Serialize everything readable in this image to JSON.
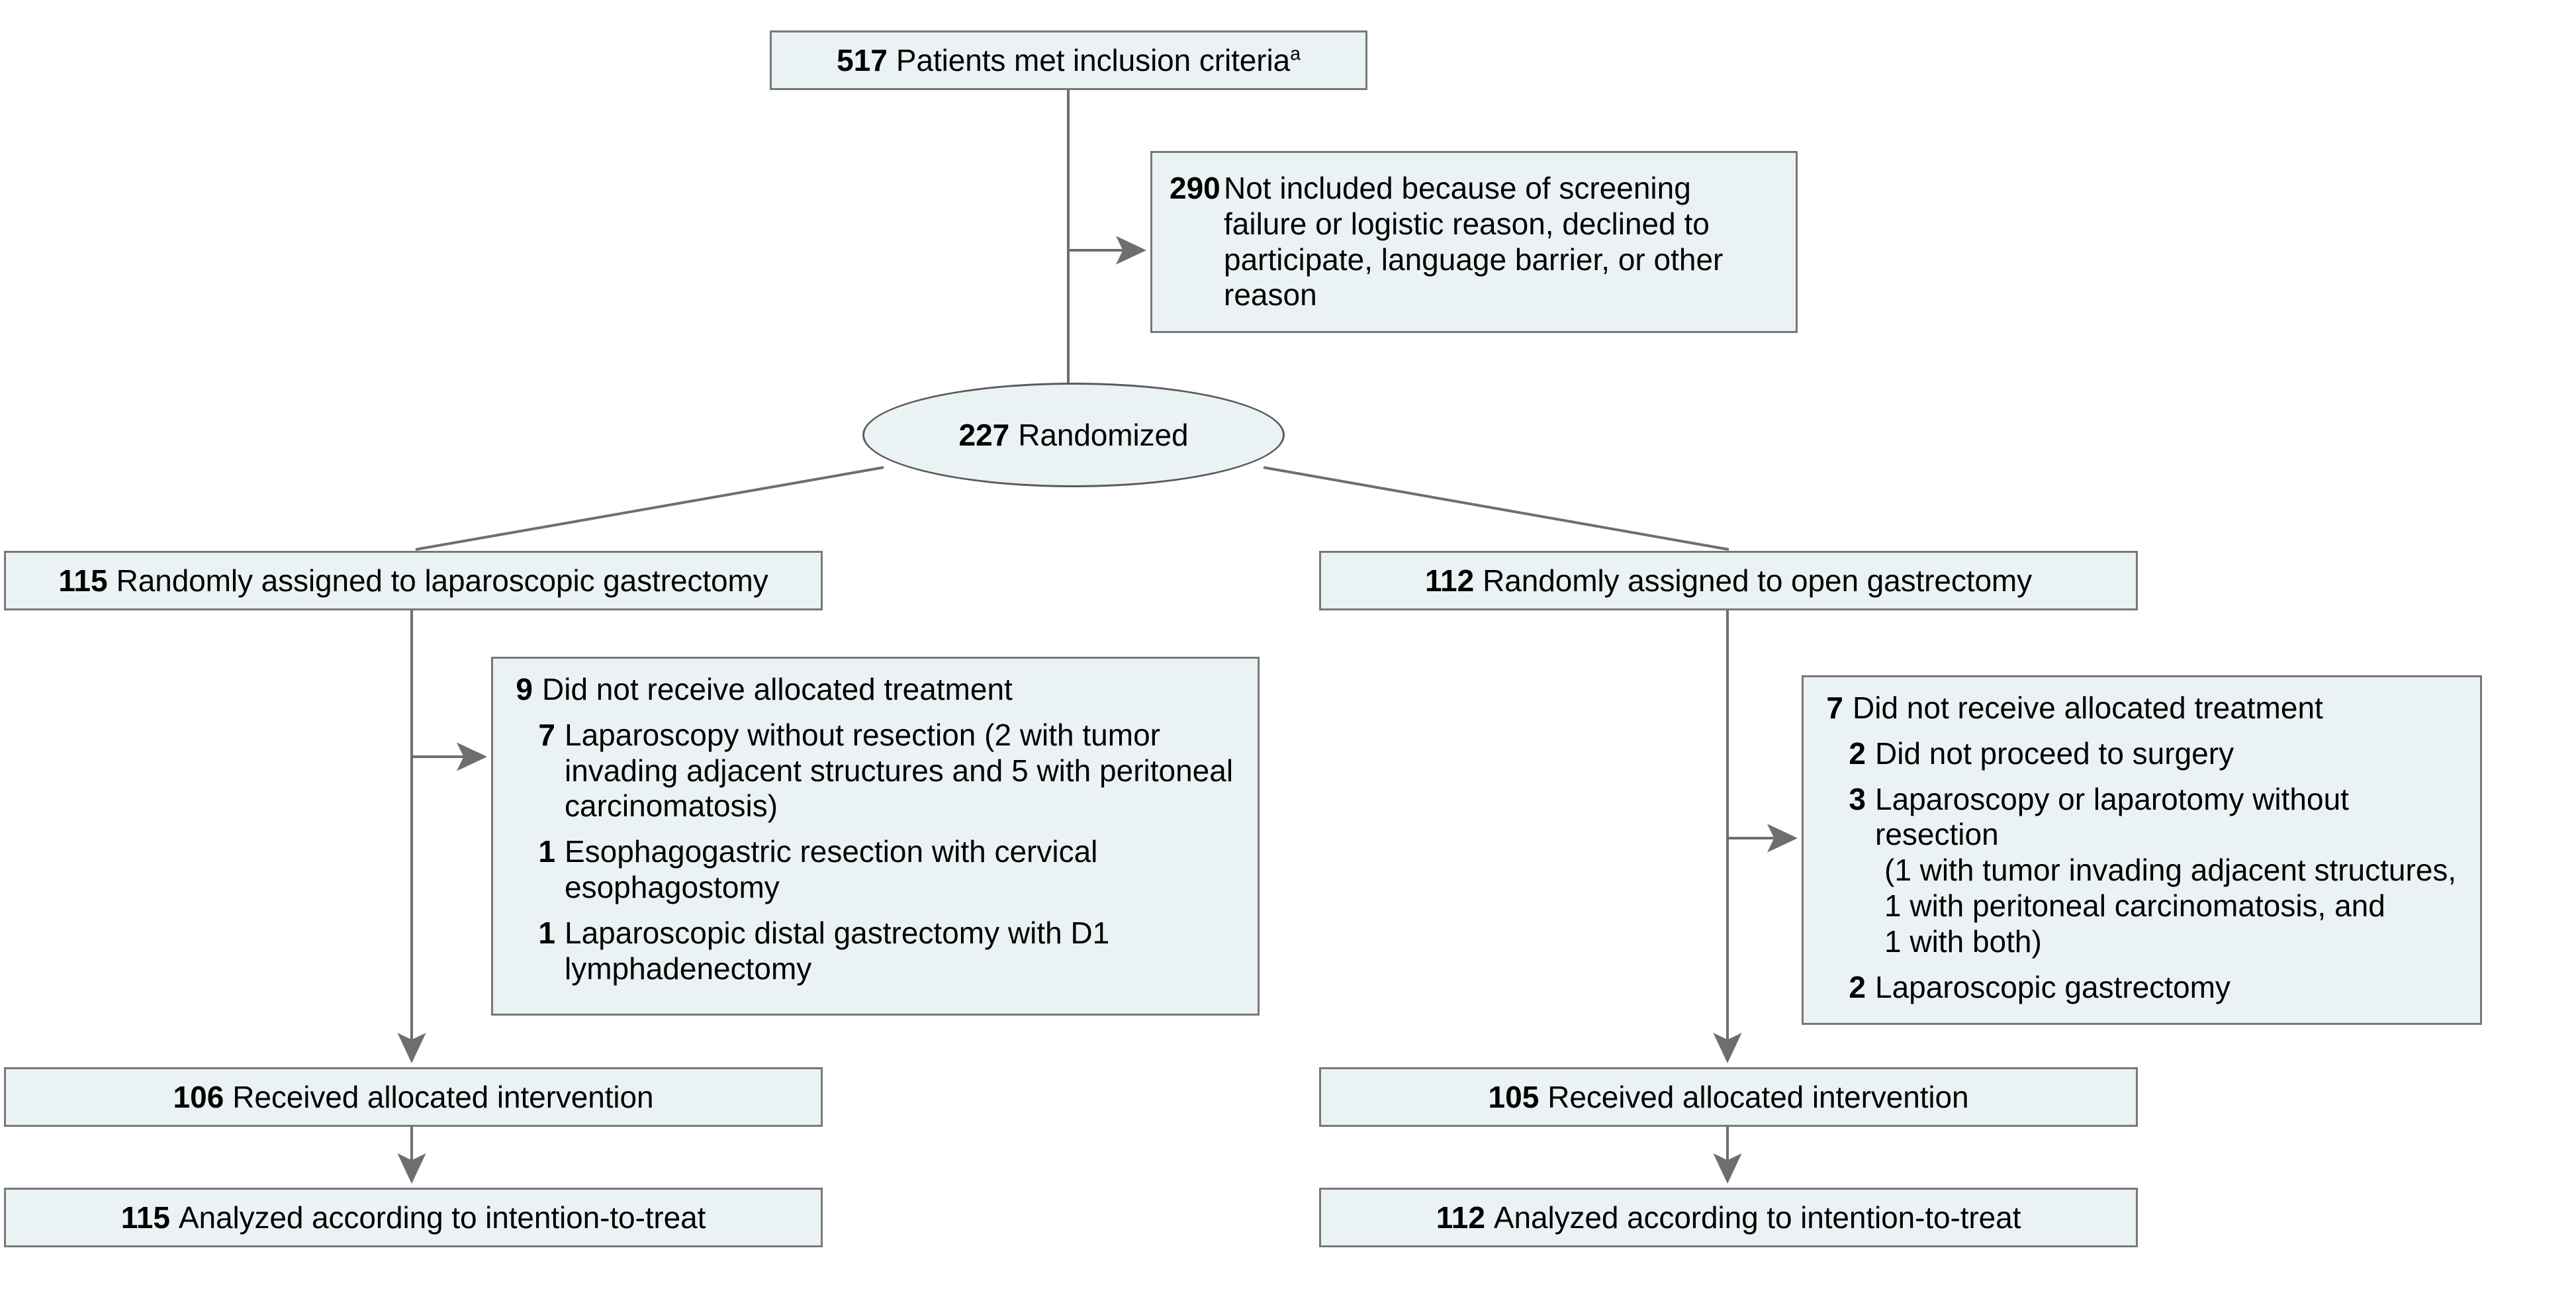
{
  "diagram": {
    "type": "consort-flow-diagram",
    "colors": {
      "node_fill": "#eaf2f3",
      "node_border": "#78787a",
      "connector": "#6e6e70",
      "text": "#000000"
    },
    "nodes": {
      "screened": {
        "count": "517",
        "label": "Patients met inclusion criteria",
        "footnote": "a"
      },
      "excluded": {
        "count": "290",
        "label": "Not included because of screening failure or logistic reason, declined to participate, language barrier, or other reason"
      },
      "randomized": {
        "count": "227",
        "label": "Randomized"
      },
      "allocated_left": {
        "count": "115",
        "label": "Randomly assigned to laparoscopic gastrectomy"
      },
      "allocated_right": {
        "count": "112",
        "label": "Randomly assigned to open gastrectomy"
      },
      "detail_left": {
        "count": "9",
        "label": "Did not receive allocated treatment",
        "items": [
          {
            "count": "7",
            "label": "Laparoscopy without resection (2 with tumor invading adjacent structures and 5 with peritoneal carcinomatosis)"
          },
          {
            "count": "1",
            "label": "Esophagogastric resection with cervical esophagostomy"
          },
          {
            "count": "1",
            "label": "Laparoscopic distal gastrectomy with D1 lymphadenectomy"
          }
        ]
      },
      "detail_right": {
        "count": "7",
        "label": "Did not receive allocated treatment",
        "items": [
          {
            "count": "2",
            "label": "Did not proceed to surgery",
            "continuations": []
          },
          {
            "count": "3",
            "label": "Laparoscopy or laparotomy without resection",
            "continuations": [
              "(1 with tumor invading adjacent structures,",
              "1 with peritoneal carcinomatosis, and",
              "1 with both)"
            ]
          },
          {
            "count": "2",
            "label": "Laparoscopic gastrectomy",
            "continuations": []
          }
        ]
      },
      "received_left": {
        "count": "106",
        "label": "Received allocated intervention"
      },
      "received_right": {
        "count": "105",
        "label": "Received allocated intervention"
      },
      "analyzed_left": {
        "count": "115",
        "label": "Analyzed according to intention-to-treat"
      },
      "analyzed_right": {
        "count": "112",
        "label": "Analyzed according to intention-to-treat"
      }
    }
  }
}
